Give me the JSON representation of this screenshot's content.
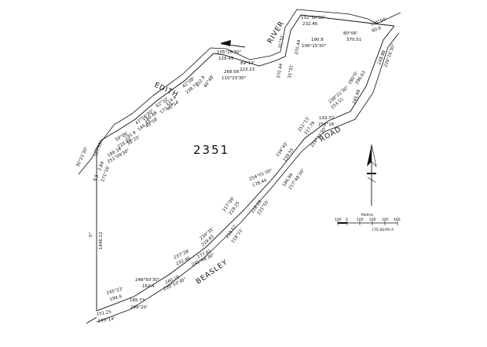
{
  "lot_number": "2351",
  "names": {
    "edith": "EDITH",
    "river": "RIVER",
    "road": "ROAD",
    "beasley": "BEASLEY"
  },
  "west_side": {
    "bearing": "0°",
    "distance": "1446.12"
  },
  "bearings": {
    "b_30_21": "30°21'30\"",
    "b_107_55": "107.55",
    "b_6_5": "6.5",
    "b_2_84": "2.84",
    "b_271_16": "271°16'",
    "b_189_34": "189.34",
    "b_251_09": "251°09'30\"",
    "b_59_06": "59°06'",
    "b_220_94": "220.94",
    "b_191_9": "191.9",
    "b_38_25": "38°25'",
    "b_47_56": "47°56'30\"",
    "b_144_43": "144.43",
    "b_160_88": "160.88",
    "b_49_58": "49°58'",
    "b_62_32": "62°32'",
    "b_173_29": "173.29",
    "b_114_4": "114.4",
    "b_41_54": "41°54'",
    "b_42_08": "42°08'",
    "b_239_73": "239.73",
    "b_152_9": "152.9",
    "b_40_48": "40°48'",
    "b_105_28": "105°28'30\"",
    "b_129_45": "129.45",
    "b_268_58": "268.58",
    "b_110_23": "110°23'30\"",
    "b_89_14": "89°14'",
    "b_223_23": "223.23",
    "b_31_31": "31°31'",
    "b_370_44": "370.44",
    "b_102_30": "102°30'30\"",
    "b_232_46": "232.46",
    "b_190_8": "190.8",
    "b_106_15": "106°15'30\"",
    "b_80_06": "80°06'",
    "b_370_51": "370.51",
    "b_116_54": "116°54'",
    "b_80_6": "80.6",
    "b_248_88": "248.88",
    "b_226_16": "226°16'30\"",
    "b_280_0": "280°0'",
    "b_296_63": "296.63",
    "b_238_21": "238°21'30\"",
    "b_153_51": "153.51",
    "b_245_99": "245.99",
    "b_193_72": "193.72",
    "b_252_16": "252°16'",
    "b_251_13": "251°13'",
    "b_217_79": "217.79",
    "b_219_31": "219°31'30\"",
    "b_234_45": "234°45'",
    "b_239_55": "239.55",
    "b_186_99": "186.99",
    "b_217_48": "217°48'30\"",
    "b_254_01": "254°01'30\"",
    "b_178_44": "178.44",
    "b_228_28": "228.28",
    "b_221_55": "221°55'",
    "b_217_09": "217°09'",
    "b_219_25": "219.25",
    "b_218_57": "218.57",
    "b_218_21": "218°21'",
    "b_234_35": "234°35'",
    "b_219_65": "219.65",
    "b_177_81": "177.81",
    "b_245_08": "245°08'30\"",
    "b_237_28": "237°28'",
    "b_232_46b": "232.46",
    "b_240_19": "240.19",
    "b_239_53": "239°53'30\"",
    "b_248_50": "248°50'30\"",
    "b_162_4": "162.4",
    "b_185_73": "185.73",
    "b_249_20": "249°20'",
    "b_245_23": "245°23'",
    "b_199_9": "199.9",
    "b_151_25": "151.25",
    "b_249_14": "249°14'"
  },
  "scale_bar": {
    "unit": "Metres",
    "ticks": [
      "100",
      "0",
      "100",
      "200",
      "300",
      "400"
    ],
    "plan_ref": "LTO 82/90 A"
  },
  "icons": {
    "north_arrow": "north-arrow-icon",
    "flow_arrow": "flow-direction-arrow-icon"
  },
  "colors": {
    "line": "#111111",
    "background": "#ffffff"
  }
}
